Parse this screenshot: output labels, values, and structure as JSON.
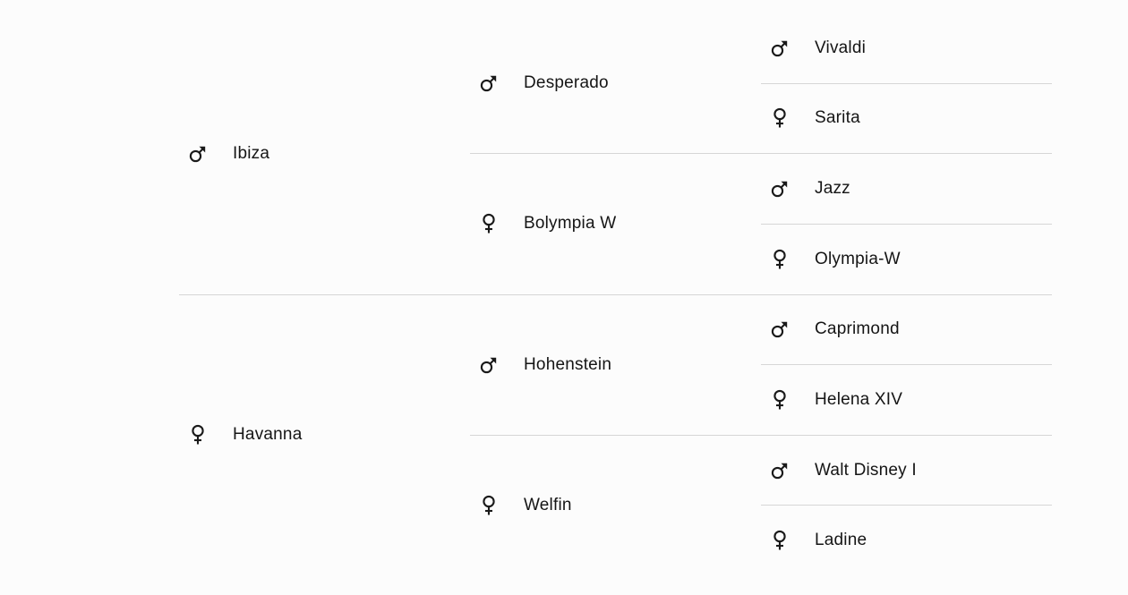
{
  "pedigree": {
    "generation1": [
      {
        "name": "Ibiza",
        "sex": "male",
        "icon": "male-symbol-icon"
      },
      {
        "name": "Havanna",
        "sex": "female",
        "icon": "female-symbol-icon"
      }
    ],
    "generation2": [
      {
        "name": "Desperado",
        "sex": "male",
        "icon": "male-symbol-icon"
      },
      {
        "name": "Bolympia W",
        "sex": "female",
        "icon": "female-symbol-icon"
      },
      {
        "name": "Hohenstein",
        "sex": "male",
        "icon": "male-symbol-icon"
      },
      {
        "name": "Welfin",
        "sex": "female",
        "icon": "female-symbol-icon"
      }
    ],
    "generation3": [
      {
        "name": "Vivaldi",
        "sex": "male",
        "icon": "male-symbol-icon"
      },
      {
        "name": "Sarita",
        "sex": "female",
        "icon": "female-symbol-icon"
      },
      {
        "name": "Jazz",
        "sex": "male",
        "icon": "male-symbol-icon"
      },
      {
        "name": "Olympia-W",
        "sex": "female",
        "icon": "female-symbol-icon"
      },
      {
        "name": "Caprimond",
        "sex": "male",
        "icon": "male-symbol-icon"
      },
      {
        "name": "Helena XIV",
        "sex": "female",
        "icon": "female-symbol-icon"
      },
      {
        "name": "Walt Disney I",
        "sex": "male",
        "icon": "male-symbol-icon"
      },
      {
        "name": "Ladine",
        "sex": "female",
        "icon": "female-symbol-icon"
      }
    ]
  },
  "colors": {
    "background": "#fcfcfc",
    "divider": "#d6d6d6",
    "text": "#151515"
  }
}
